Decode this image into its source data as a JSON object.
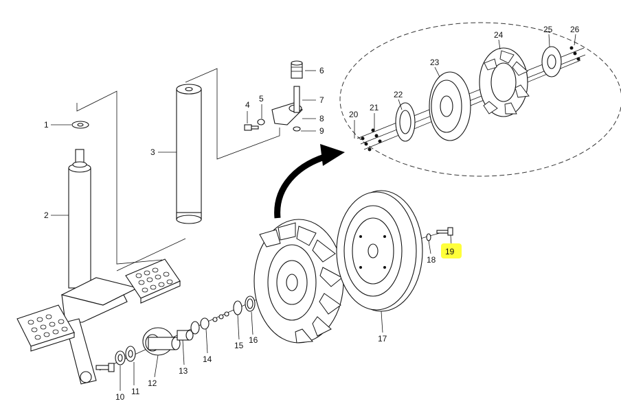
{
  "diagram": {
    "highlight_color": "#ffff3a",
    "highlighted_label": "19",
    "labels": [
      {
        "id": "1",
        "text": "1"
      },
      {
        "id": "2",
        "text": "2"
      },
      {
        "id": "3",
        "text": "3"
      },
      {
        "id": "4",
        "text": "4"
      },
      {
        "id": "5",
        "text": "5"
      },
      {
        "id": "6",
        "text": "6"
      },
      {
        "id": "7",
        "text": "7"
      },
      {
        "id": "8",
        "text": "8"
      },
      {
        "id": "9",
        "text": "9"
      },
      {
        "id": "10",
        "text": "10"
      },
      {
        "id": "11",
        "text": "11"
      },
      {
        "id": "12",
        "text": "12"
      },
      {
        "id": "13",
        "text": "13"
      },
      {
        "id": "14",
        "text": "14"
      },
      {
        "id": "15",
        "text": "15"
      },
      {
        "id": "16",
        "text": "16"
      },
      {
        "id": "17",
        "text": "17"
      },
      {
        "id": "18",
        "text": "18"
      },
      {
        "id": "19",
        "text": "19"
      },
      {
        "id": "20",
        "text": "20"
      },
      {
        "id": "21",
        "text": "21"
      },
      {
        "id": "22",
        "text": "22"
      },
      {
        "id": "23",
        "text": "23"
      },
      {
        "id": "24",
        "text": "24"
      },
      {
        "id": "25",
        "text": "25"
      },
      {
        "id": "26",
        "text": "26"
      }
    ]
  }
}
